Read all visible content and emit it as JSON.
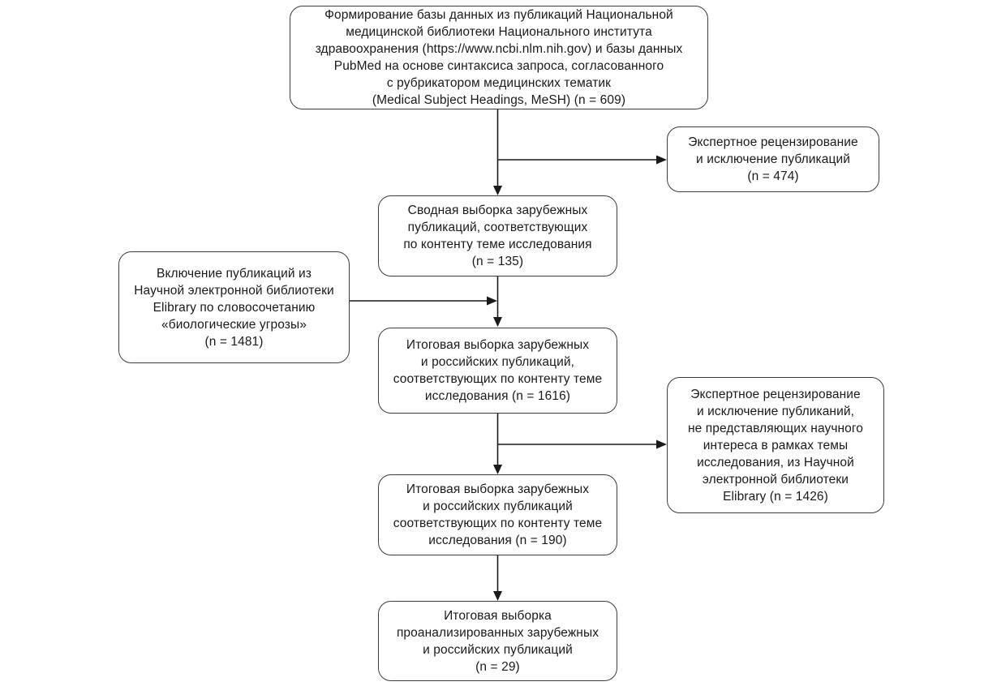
{
  "diagram": {
    "type": "flowchart",
    "language": "ru",
    "colors": {
      "background": "#ffffff",
      "box_border": "#3d3d3d",
      "arrow_line": "#1a1a1a",
      "text": "#1a1a1a"
    },
    "boxes": {
      "pubmed_source": {
        "text": "Формирование базы данных из публикаций Национальной\nмедицинской библиотеки Национального института\nздравоохранения (https://www.ncbi.nlm.nih.gov) и базы данных\nPubMed на основе синтаксиса запроса, согласованного\nс рубрикатором медицинских тематик\n(Medical Subject Headings, MeSH) (n = 609)",
        "n": 609
      },
      "expert_review_1": {
        "text": "Экспертное рецензирование\nи исключение публикаций\n(n = 474)",
        "n": 474
      },
      "summary_foreign": {
        "text": "Сводная выборка зарубежных\nпубликаций, соответствующих\nпо контенту теме исследования\n(n = 135)",
        "n": 135
      },
      "elibrary_inclusion": {
        "text": "Включение публикаций из\nНаучной электронной библиотеки\nElibrary по словосочетанию\n«биологические угрозы»\n(n = 1481)",
        "n": 1481
      },
      "combined_total": {
        "text": "Итоговая выборка зарубежных\nи российских публикаций,\nсоответствующих по контенту теме\nисследования (n = 1616)",
        "n": 1616
      },
      "expert_review_2": {
        "text": "Экспертное рецензирование\nи исключение публиканий,\nне представляющих научного\nинтереса в рамках темы\nисследования, из Научной\nэлектронной библиотеки\nElibrary (n = 1426)",
        "n": 1426
      },
      "combined_relevant": {
        "text": "Итоговая выборка зарубежных\nи российских публикаций\nсоответствующих по контенту теме\nисследования (n = 190)",
        "n": 190
      },
      "final_analyzed": {
        "text": "Итоговая выборка\nпроанализированных зарубежных\nи российских публикаций\n(n = 29)",
        "n": 29
      }
    }
  }
}
